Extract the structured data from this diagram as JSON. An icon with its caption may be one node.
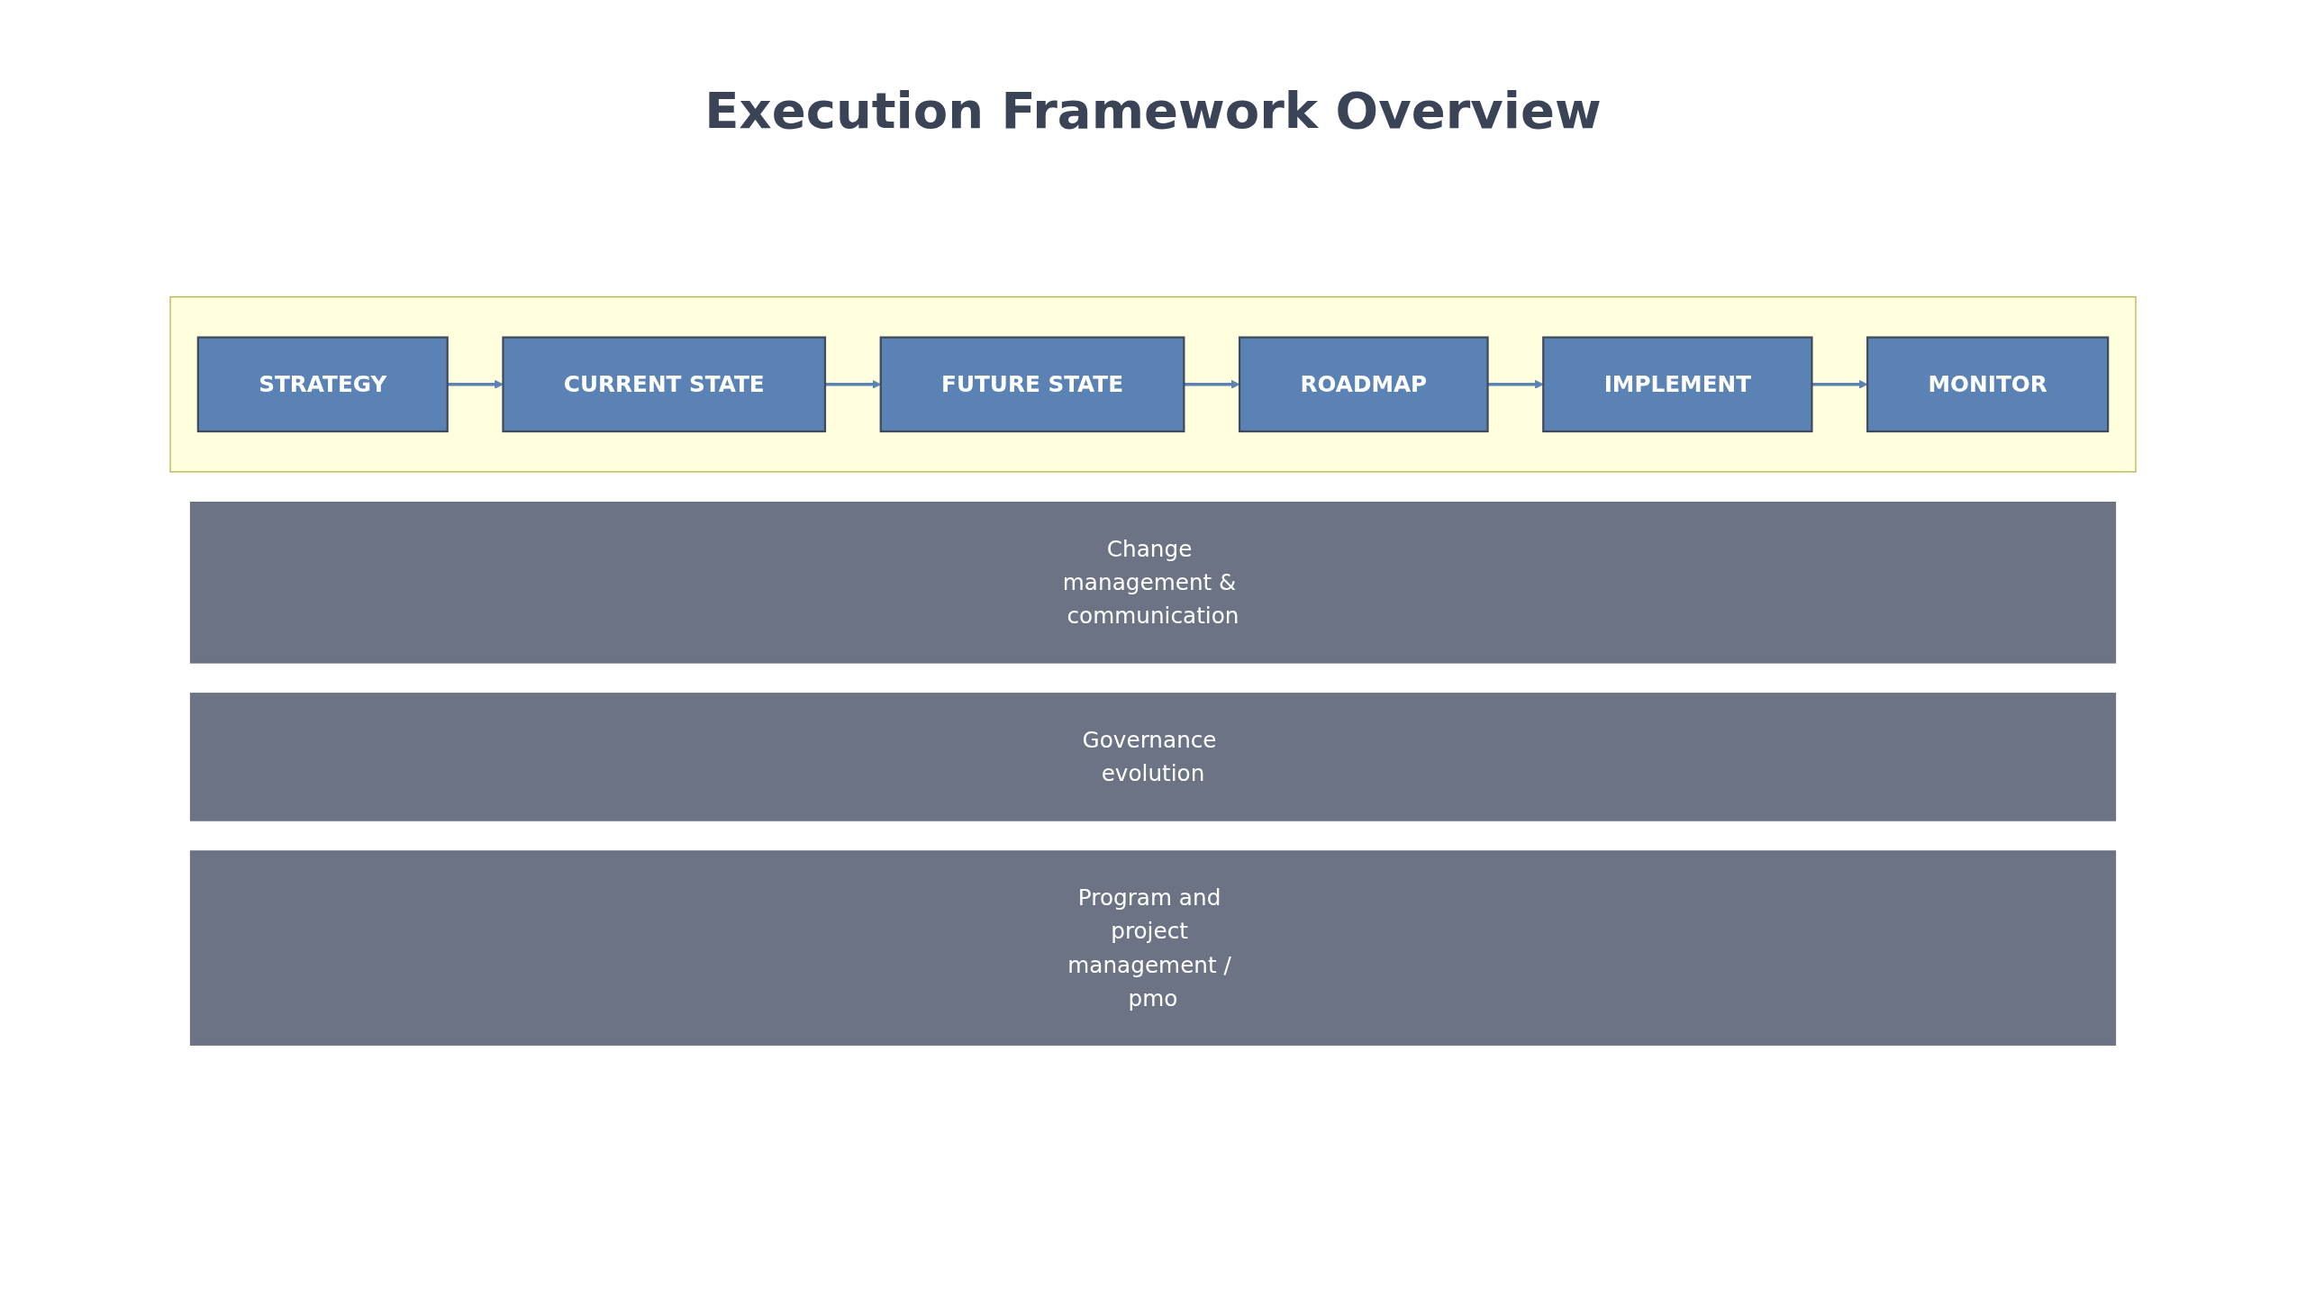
{
  "diagram": {
    "title": "Execution Framework Overview",
    "nodes": [
      {
        "text": [
          "STRATEGY"
        ]
      },
      {
        "text": [
          "CURRENT STATE"
        ]
      },
      {
        "text": [
          "FUTURE STATE"
        ]
      },
      {
        "text": [
          "ROADMAP"
        ]
      },
      {
        "text": [
          "IMPLEMENT"
        ]
      },
      {
        "text": [
          "MONITOR"
        ]
      },
      {
        "text": [
          "Change management & communication"
        ]
      },
      {
        "text": [
          "Governance evolution"
        ]
      },
      {
        "text": [
          "Program and project management / pmo"
        ]
      }
    ],
    "edges": [
      {
        "from": 0,
        "to": 1,
        "arrow": "to"
      },
      {
        "from": 1,
        "to": 2,
        "arrow": "to"
      },
      {
        "from": 2,
        "to": 3,
        "arrow": "to"
      },
      {
        "from": 3,
        "to": 4,
        "arrow": "to"
      },
      {
        "from": 4,
        "to": 5,
        "arrow": "to"
      }
    ]
  }
}
